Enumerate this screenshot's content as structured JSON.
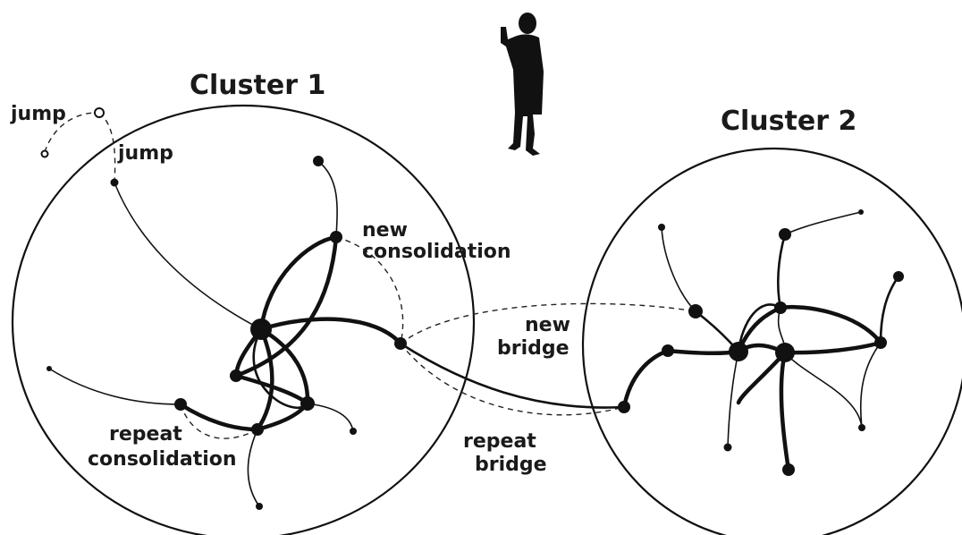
{
  "labels": {
    "cluster1": "Cluster 1",
    "cluster2": "Cluster 2",
    "jump_outer": "jump",
    "jump_inner": "jump",
    "new_consolidation_1": "new",
    "new_consolidation_2": "consolidation",
    "new_bridge_1": "new",
    "new_bridge_2": "bridge",
    "repeat_consolidation_1": "repeat",
    "repeat_consolidation_2": "consolidation",
    "repeat_bridge_1": "repeat",
    "repeat_bridge_2": "bridge"
  },
  "icons": {
    "person": "person-silhouette-icon"
  }
}
